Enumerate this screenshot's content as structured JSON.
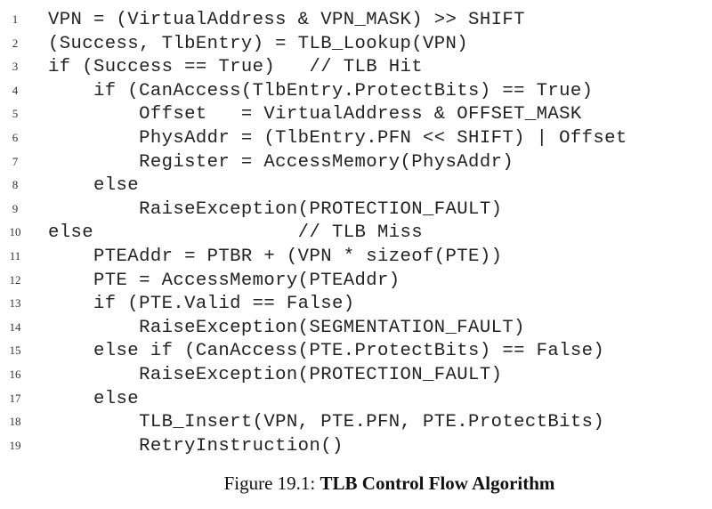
{
  "code_lines": [
    {
      "num": "1",
      "text": "VPN = (VirtualAddress & VPN_MASK) >> SHIFT"
    },
    {
      "num": "2",
      "text": "(Success, TlbEntry) = TLB_Lookup(VPN)"
    },
    {
      "num": "3",
      "text": "if (Success == True)   // TLB Hit"
    },
    {
      "num": "4",
      "text": "    if (CanAccess(TlbEntry.ProtectBits) == True)"
    },
    {
      "num": "5",
      "text": "        Offset   = VirtualAddress & OFFSET_MASK"
    },
    {
      "num": "6",
      "text": "        PhysAddr = (TlbEntry.PFN << SHIFT) | Offset"
    },
    {
      "num": "7",
      "text": "        Register = AccessMemory(PhysAddr)"
    },
    {
      "num": "8",
      "text": "    else"
    },
    {
      "num": "9",
      "text": "        RaiseException(PROTECTION_FAULT)"
    },
    {
      "num": "10",
      "text": "else                  // TLB Miss"
    },
    {
      "num": "11",
      "text": "    PTEAddr = PTBR + (VPN * sizeof(PTE))"
    },
    {
      "num": "12",
      "text": "    PTE = AccessMemory(PTEAddr)"
    },
    {
      "num": "13",
      "text": "    if (PTE.Valid == False)"
    },
    {
      "num": "14",
      "text": "        RaiseException(SEGMENTATION_FAULT)"
    },
    {
      "num": "15",
      "text": "    else if (CanAccess(PTE.ProtectBits) == False)"
    },
    {
      "num": "16",
      "text": "        RaiseException(PROTECTION_FAULT)"
    },
    {
      "num": "17",
      "text": "    else"
    },
    {
      "num": "18",
      "text": "        TLB_Insert(VPN, PTE.PFN, PTE.ProtectBits)"
    },
    {
      "num": "19",
      "text": "        RetryInstruction()"
    }
  ],
  "caption": {
    "label": "Figure 19.1: ",
    "title": "TLB Control Flow Algorithm"
  }
}
